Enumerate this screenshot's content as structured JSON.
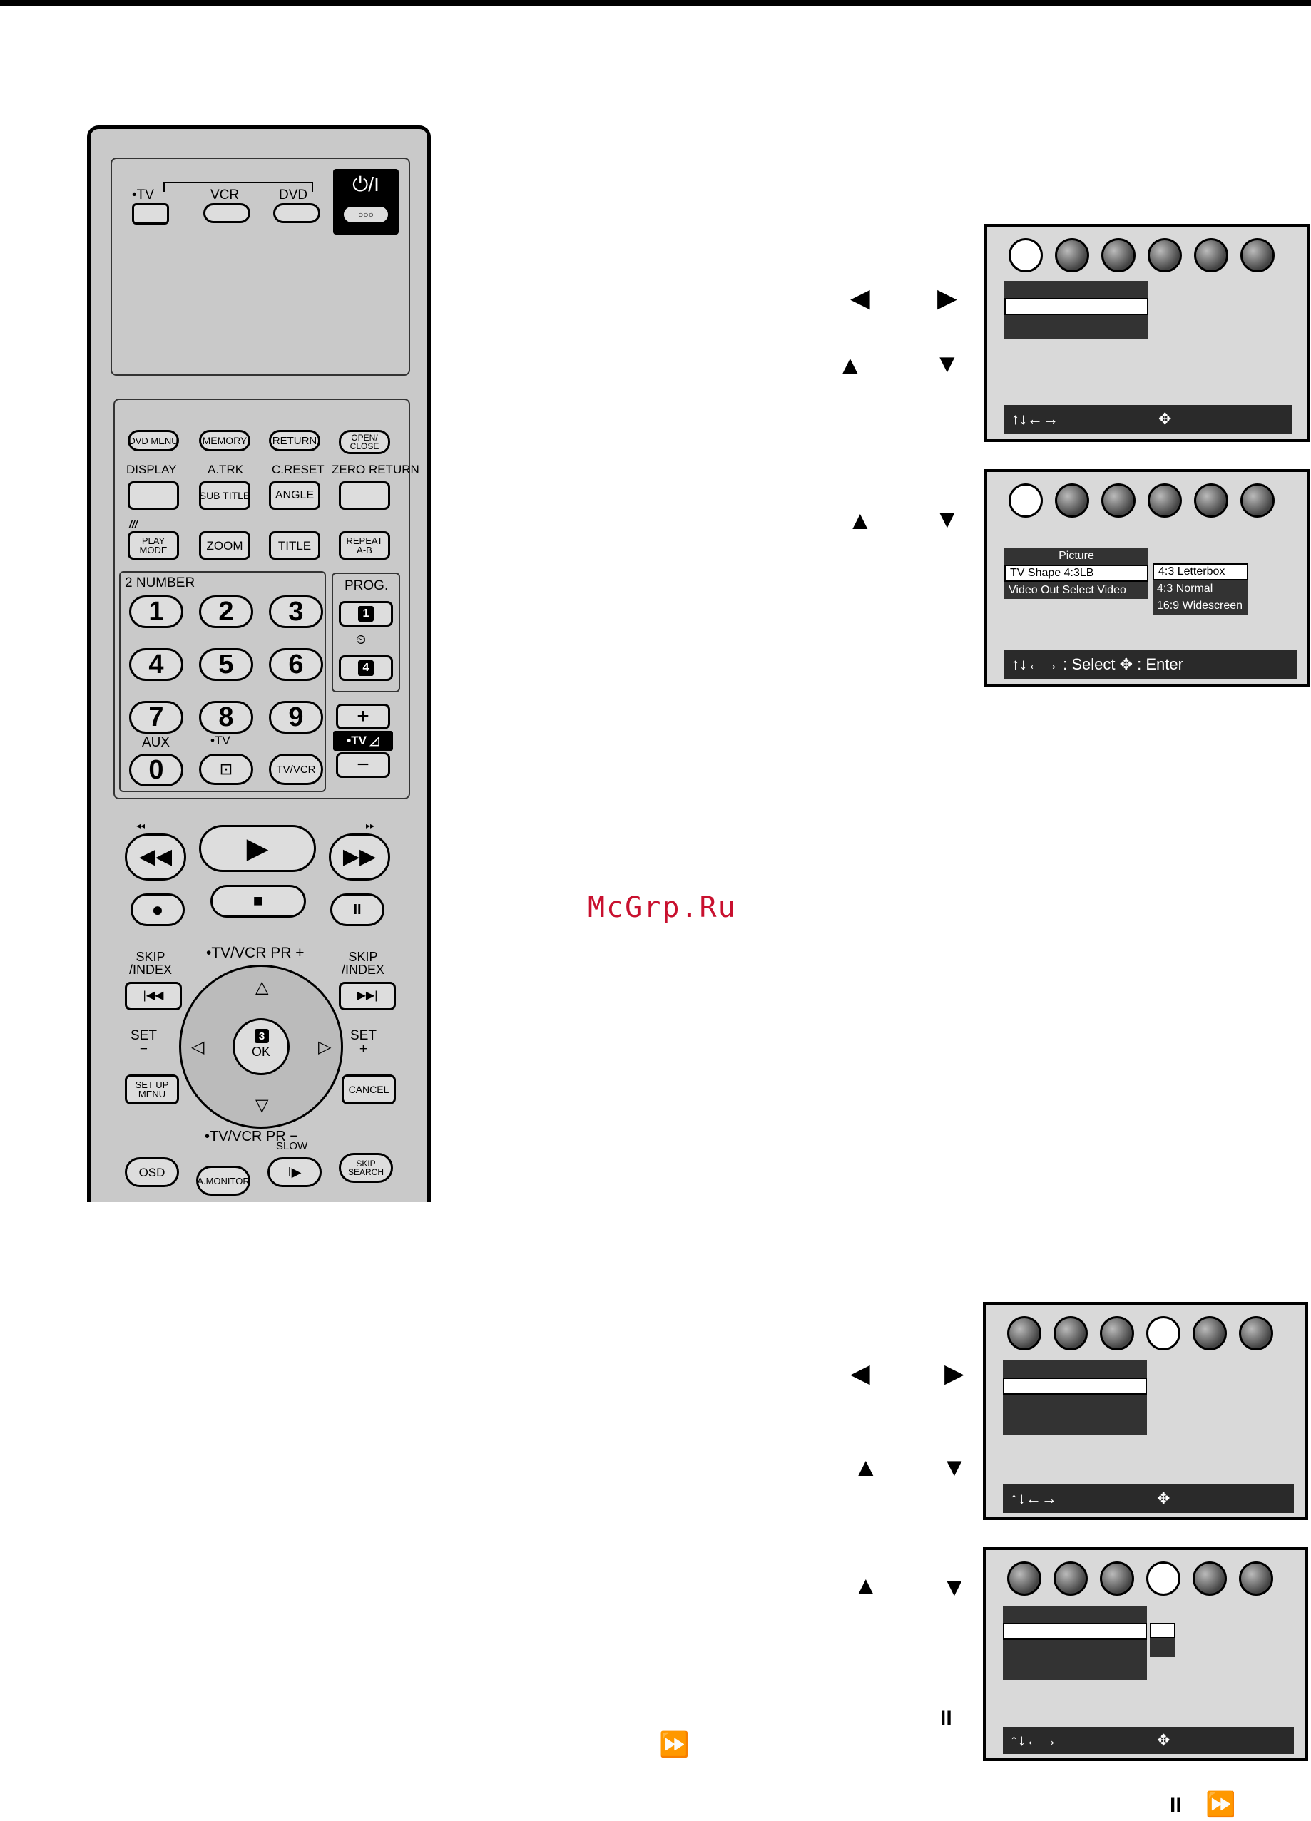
{
  "watermark": "McGrp.Ru",
  "remote": {
    "switch_labels": {
      "tv": "•TV",
      "vcr": "VCR",
      "dvd": "DVD"
    },
    "power_label": "⏻/I",
    "buttons_row1": [
      "DVD MENU",
      "MEMORY",
      "RETURN",
      "OPEN/\nCLOSE"
    ],
    "labels_row2": [
      "DISPLAY",
      "A.TRK",
      "C.RESET",
      "ZERO RETURN"
    ],
    "buttons_row2": [
      "",
      "SUB TITLE",
      "ANGLE",
      ""
    ],
    "buttons_row3": [
      "PLAY\nMODE",
      "ZOOM",
      "TITLE",
      "REPEAT\nA-B"
    ],
    "number_label": "2 NUMBER",
    "prog_label": "PROG.",
    "prog_buttons": [
      "1",
      "4"
    ],
    "digits": [
      "1",
      "2",
      "3",
      "4",
      "5",
      "6",
      "7",
      "8",
      "9",
      "0"
    ],
    "aux_label": "AUX",
    "tv_small_label": "•TV",
    "tvvcr_label": "TV/VCR",
    "vol_labels": {
      "plus": "+",
      "tv": "•TV ◿",
      "minus": "−"
    },
    "transport": {
      "rew": "◀◀",
      "play": "▶",
      "ff": "▶▶",
      "rec": "●",
      "stop": "■",
      "pause": "II"
    },
    "skip_index_label": "SKIP\n/INDEX",
    "tvvcr_pr_plus": "•TV/VCR PR +",
    "tvvcr_pr_minus": "•TV/VCR PR −",
    "set_minus": "SET\n−",
    "set_plus": "SET\n+",
    "ok_number": "3",
    "ok_label": "OK",
    "setup_menu": "SET UP\nMENU",
    "cancel": "CANCEL",
    "osd": "OSD",
    "amonitor": "A.MONITOR",
    "slow": "SLOW",
    "skip_search": "SKIP\nSEARCH"
  },
  "screens": {
    "screen2": {
      "menu_title": "Picture",
      "menu_items": [
        "TV Shape 4:3LB",
        "Video Out Select Video"
      ],
      "submenu": [
        "4:3 Letterbox",
        "4:3 Normal",
        "16:9 Widescreen"
      ],
      "status": "↑↓←→ : Select  ✥ : Enter"
    },
    "status_arrows": "↑↓←→",
    "nav_icon": "✥"
  },
  "arrows": {
    "left": "◀",
    "right": "▶",
    "up": "▲",
    "down": "▼",
    "pause": "II",
    "ff": "⏩"
  }
}
